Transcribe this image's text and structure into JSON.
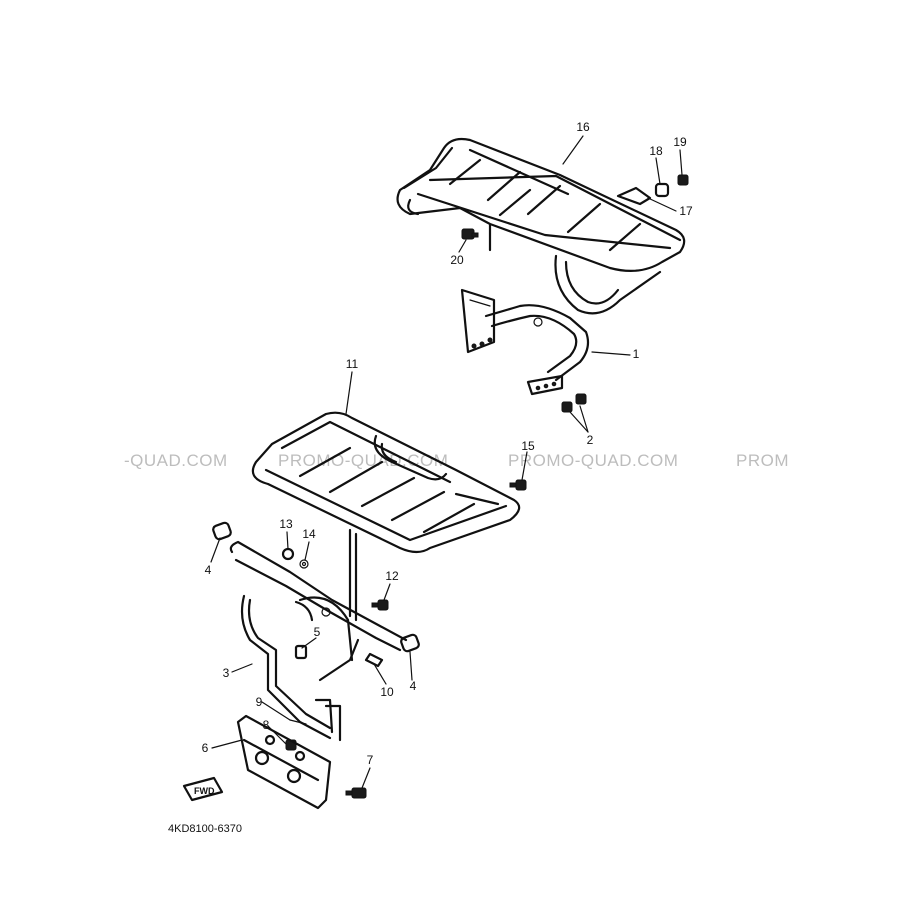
{
  "diagram": {
    "part_code": "4KD8100-6370",
    "fwd_label": "FWD",
    "watermarks": [
      "-QUAD.COM",
      "PROMO-QUAD.COM",
      "PROMO-QUAD.COM",
      "PROM"
    ],
    "callouts": {
      "c1": "1",
      "c2": "2",
      "c3": "3",
      "c4a": "4",
      "c4b": "4",
      "c5": "5",
      "c6": "6",
      "c7": "7",
      "c8": "8",
      "c9": "9",
      "c10": "10",
      "c11": "11",
      "c12": "12",
      "c13": "13",
      "c14": "14",
      "c15": "15",
      "c16": "16",
      "c17": "17",
      "c18": "18",
      "c19": "19",
      "c20": "20"
    }
  }
}
